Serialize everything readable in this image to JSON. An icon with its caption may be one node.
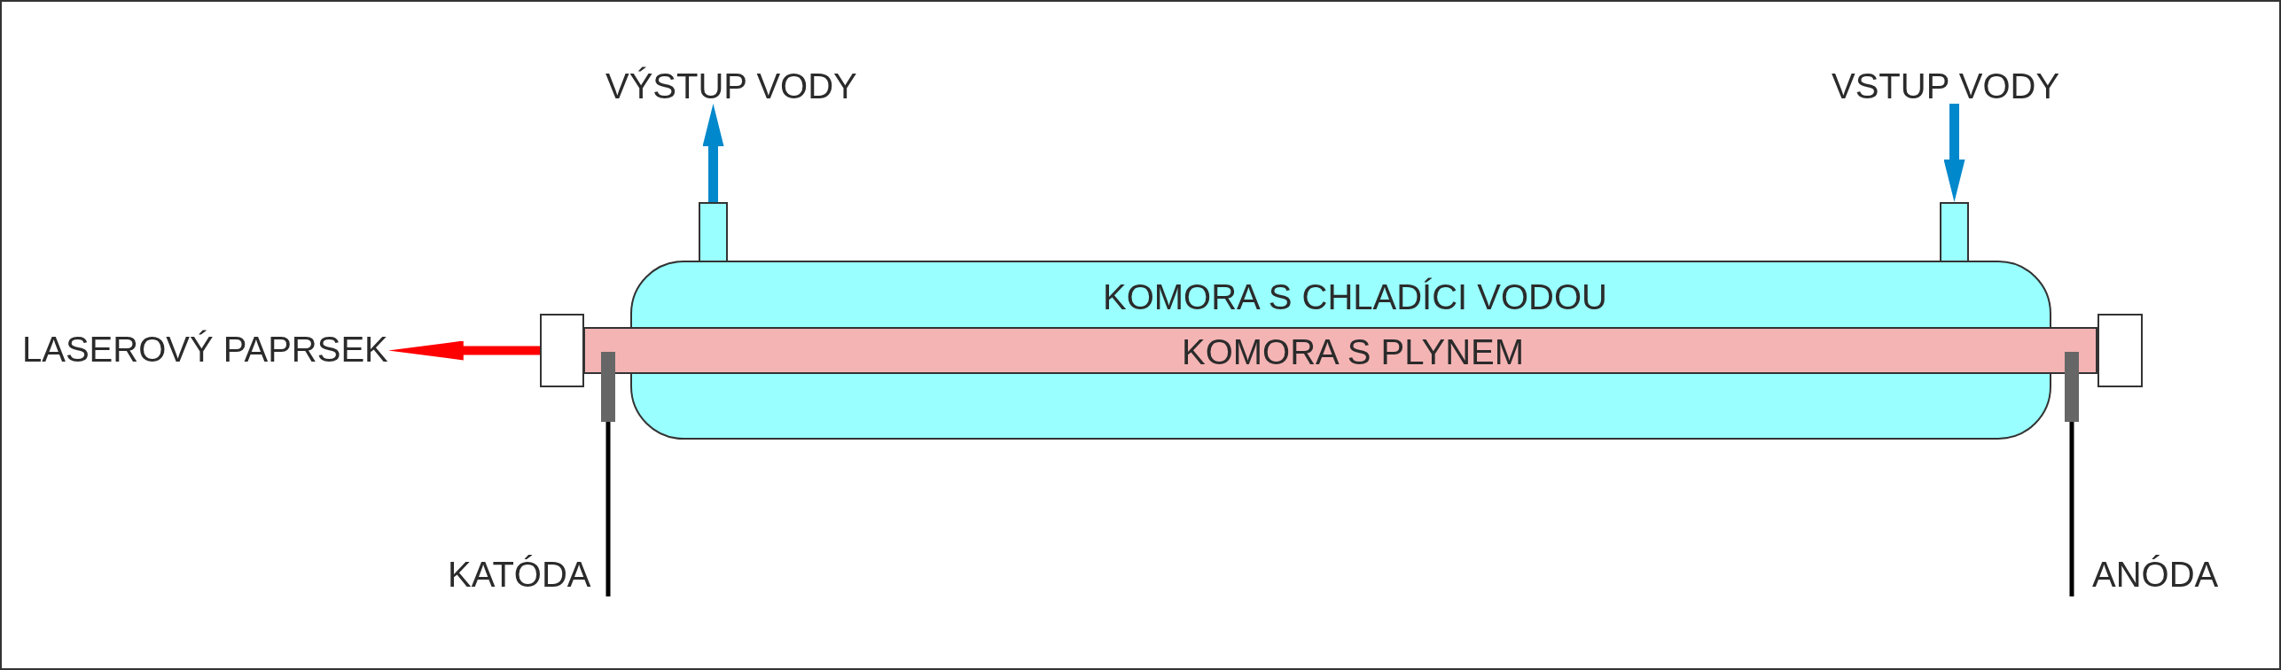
{
  "diagram": {
    "nodes": [
      {
        "text": [
          "VÝSTUP VODY"
        ]
      },
      {
        "text": [
          "VSTUP VODY"
        ]
      },
      {
        "text": [],
        "shape": "box"
      },
      {
        "text": [],
        "shape": "box"
      },
      {
        "text": [
          "KOMORA S CHLADÍCI VODOU"
        ]
      },
      {
        "text": [
          "KOMORA S PLYNEM"
        ]
      },
      {
        "text": [
          "LASEROVÝ PAPRSEK"
        ]
      },
      {
        "text": [],
        "shape": "box"
      },
      {
        "text": [],
        "shape": "box"
      }
    ],
    "edges": [
      {
        "from": 2,
        "to": 0,
        "arrow": "to"
      },
      {
        "from": 1,
        "to": 3,
        "arrow": "to"
      },
      {
        "from": 7,
        "to": 6,
        "arrow": "to",
        "color": "#ff0000"
      }
    ],
    "labels": [
      "KATÓDA",
      "ANÓDA"
    ]
  }
}
